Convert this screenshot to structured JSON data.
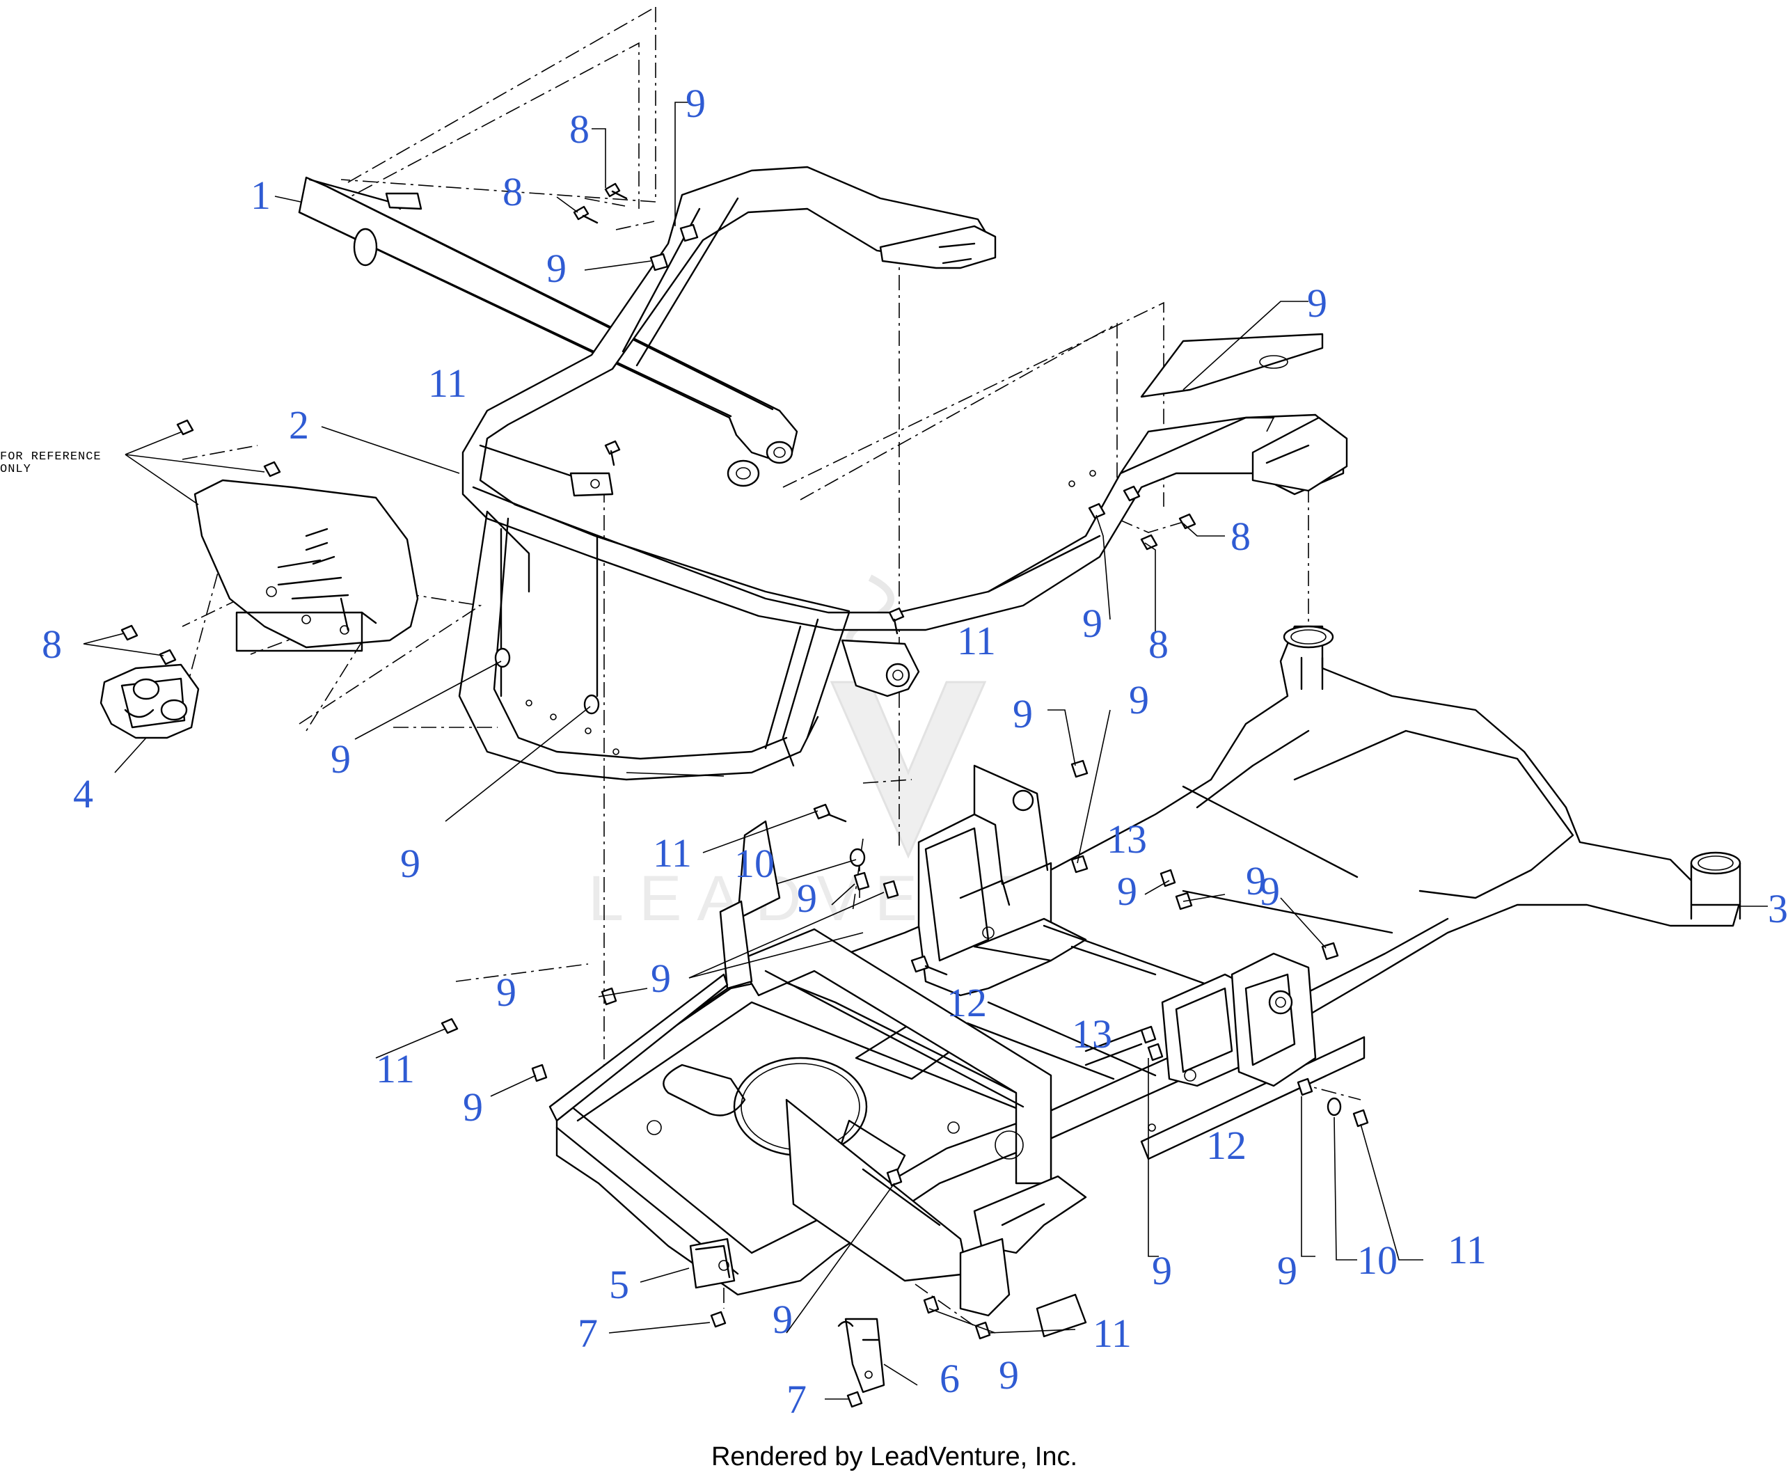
{
  "diagram": {
    "callout_color": "#2f5bd3",
    "watermark": "LEADVENTURE",
    "reference_note": [
      "FOR REFERENCE",
      "ONLY"
    ],
    "footer": "Rendered by LeadVenture, Inc.",
    "callouts": [
      {
        "id": "c1",
        "text": "1"
      },
      {
        "id": "c2",
        "text": "2"
      },
      {
        "id": "c3",
        "text": "3"
      },
      {
        "id": "c4",
        "text": "4"
      },
      {
        "id": "c5",
        "text": "5"
      },
      {
        "id": "c6",
        "text": "6"
      },
      {
        "id": "c7a",
        "text": "7"
      },
      {
        "id": "c7b",
        "text": "7"
      },
      {
        "id": "c8a",
        "text": "8"
      },
      {
        "id": "c8b",
        "text": "8"
      },
      {
        "id": "c8c",
        "text": "8"
      },
      {
        "id": "c8d",
        "text": "8"
      },
      {
        "id": "c8e",
        "text": "8"
      },
      {
        "id": "c9a",
        "text": "9"
      },
      {
        "id": "c9b",
        "text": "9"
      },
      {
        "id": "c9c",
        "text": "9"
      },
      {
        "id": "c9d",
        "text": "9"
      },
      {
        "id": "c9e",
        "text": "9"
      },
      {
        "id": "c9f",
        "text": "9"
      },
      {
        "id": "c9g",
        "text": "9"
      },
      {
        "id": "c9h",
        "text": "9"
      },
      {
        "id": "c9i",
        "text": "9"
      },
      {
        "id": "c9j",
        "text": "9"
      },
      {
        "id": "c9k",
        "text": "9"
      },
      {
        "id": "c9l",
        "text": "9"
      },
      {
        "id": "c9m",
        "text": "9"
      },
      {
        "id": "c9n",
        "text": "9"
      },
      {
        "id": "c9o",
        "text": "9"
      },
      {
        "id": "c9p",
        "text": "9"
      },
      {
        "id": "c9q",
        "text": "9"
      },
      {
        "id": "c9r",
        "text": "9"
      },
      {
        "id": "c9s",
        "text": "9"
      },
      {
        "id": "c10a",
        "text": "10"
      },
      {
        "id": "c10b",
        "text": "10"
      },
      {
        "id": "c11a",
        "text": "11"
      },
      {
        "id": "c11b",
        "text": "11"
      },
      {
        "id": "c11c",
        "text": "11"
      },
      {
        "id": "c11d",
        "text": "11"
      },
      {
        "id": "c11e",
        "text": "11"
      },
      {
        "id": "c11f",
        "text": "11"
      },
      {
        "id": "c12a",
        "text": "12"
      },
      {
        "id": "c12b",
        "text": "12"
      },
      {
        "id": "c13a",
        "text": "13"
      },
      {
        "id": "c13b",
        "text": "13"
      }
    ]
  }
}
